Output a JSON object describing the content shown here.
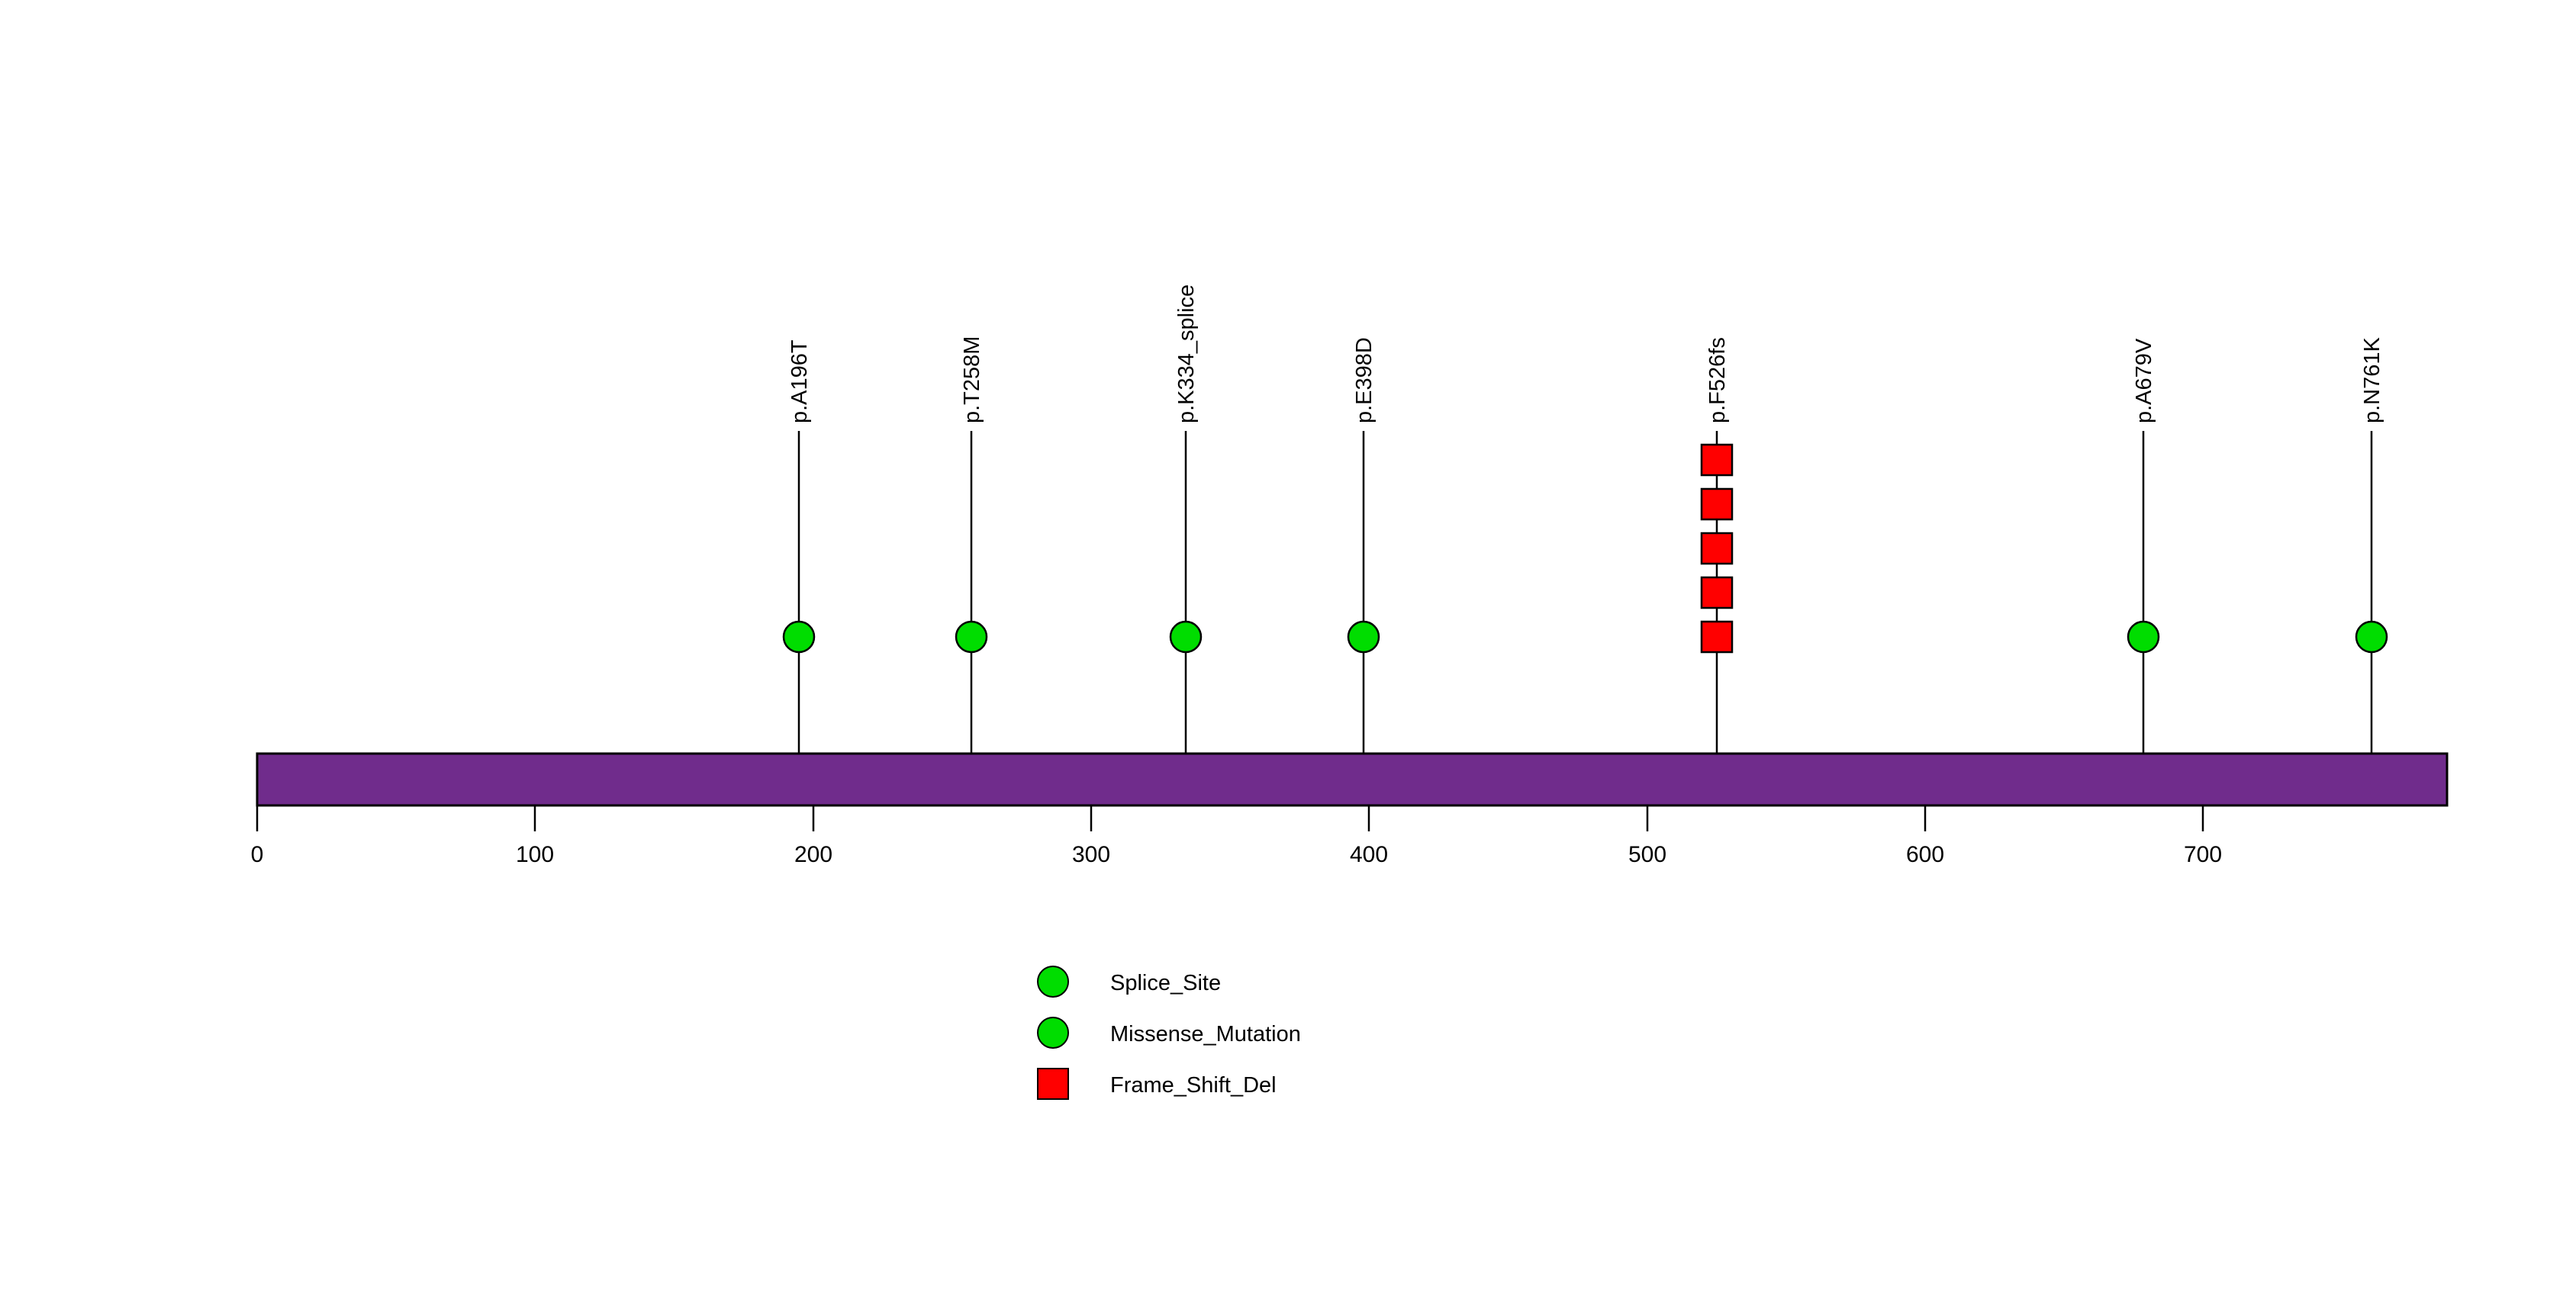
{
  "chart_data": {
    "type": "lollipop",
    "title": "",
    "xlabel": "",
    "ylabel": "",
    "protein_length": 788,
    "domain_bar": {
      "start": 0,
      "end": 788,
      "color": "#702C8C",
      "border_color": "#000000"
    },
    "axis": {
      "min": 0,
      "max": 788,
      "ticks": [
        0,
        100,
        200,
        300,
        400,
        500,
        600,
        700
      ],
      "tick_labels": [
        "0",
        "100",
        "200",
        "300",
        "400",
        "500",
        "600",
        "700"
      ],
      "grid": false
    },
    "markers": [
      {
        "label": "p.A196T",
        "position": 196,
        "count": 1,
        "shape": "circle",
        "color": "#00DD00",
        "class": "Splice_Site"
      },
      {
        "label": "p.T258M",
        "position": 258,
        "count": 1,
        "shape": "circle",
        "color": "#00DD00",
        "class": "Missense_Mutation"
      },
      {
        "label": "p.K334_splice",
        "position": 334,
        "count": 1,
        "shape": "circle",
        "color": "#00DD00",
        "class": "Splice_Site"
      },
      {
        "label": "p.E398D",
        "position": 398,
        "count": 1,
        "shape": "circle",
        "color": "#00DD00",
        "class": "Missense_Mutation"
      },
      {
        "label": "p.F526fs",
        "position": 526,
        "count": 5,
        "shape": "square",
        "color": "#FF0000",
        "class": "Frame_Shift_Del"
      },
      {
        "label": "p.A679V",
        "position": 679,
        "count": 1,
        "shape": "circle",
        "color": "#00DD00",
        "class": "Missense_Mutation"
      },
      {
        "label": "p.N761K",
        "position": 761,
        "count": 1,
        "shape": "circle",
        "color": "#00DD00",
        "class": "Missense_Mutation"
      }
    ],
    "legend": {
      "position": "bottom-left",
      "entries": [
        {
          "label": "Splice_Site",
          "shape": "circle",
          "color": "#00DD00"
        },
        {
          "label": "Missense_Mutation",
          "shape": "circle",
          "color": "#00DD00"
        },
        {
          "label": "Frame_Shift_Del",
          "shape": "square",
          "color": "#FF0000"
        }
      ]
    }
  },
  "axis_ticks": {
    "t0": "0",
    "t1": "100",
    "t2": "200",
    "t3": "300",
    "t4": "400",
    "t5": "500",
    "t6": "600",
    "t7": "700"
  },
  "mutation_labels": {
    "m0": "p.A196T",
    "m1": "p.T258M",
    "m2": "p.K334_splice",
    "m3": "p.E398D",
    "m4": "p.F526fs",
    "m5": "p.A679V",
    "m6": "p.N761K"
  },
  "legend_labels": {
    "l0": "Splice_Site",
    "l1": "Missense_Mutation",
    "l2": "Frame_Shift_Del"
  },
  "colors": {
    "domain_purple": "#702C8C",
    "marker_green": "#00DD00",
    "marker_red": "#FF0000",
    "stem": "#000000",
    "background": "#FFFFFF"
  }
}
